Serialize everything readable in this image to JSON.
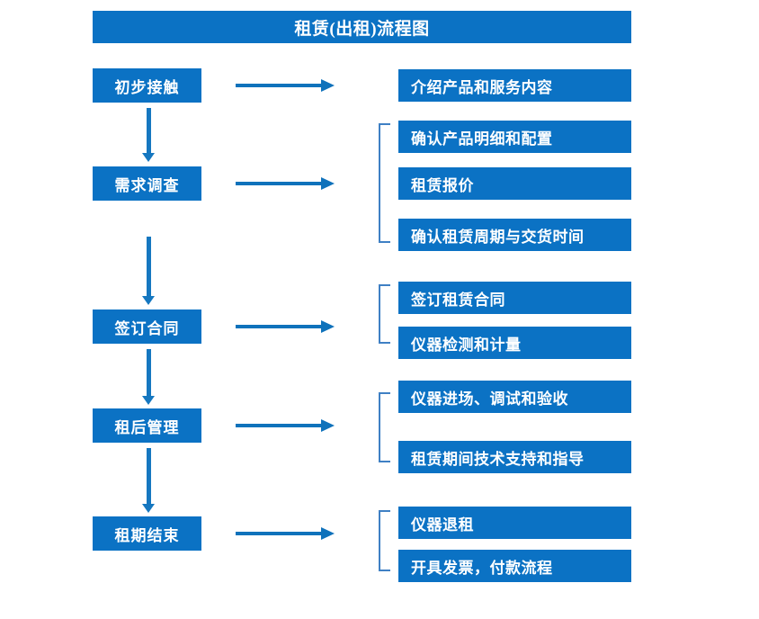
{
  "title": "租赁(出租)流程图",
  "colors": {
    "box_fill": "#0b72c4",
    "box_text": "#ffffff",
    "arrow": "#0f72bb",
    "bracket": "#3f80c4",
    "background": "#ffffff"
  },
  "stages": [
    {
      "label": "初步接触"
    },
    {
      "label": "需求调查"
    },
    {
      "label": "签订合同"
    },
    {
      "label": "租后管理"
    },
    {
      "label": "租期结束"
    }
  ],
  "details": [
    {
      "label": "介绍产品和服务内容"
    },
    {
      "label": "确认产品明细和配置"
    },
    {
      "label": "租赁报价"
    },
    {
      "label": "确认租赁周期与交货时间"
    },
    {
      "label": "签订租赁合同"
    },
    {
      "label": "仪器检测和计量"
    },
    {
      "label": "仪器进场、调试和验收"
    },
    {
      "label": "租赁期间技术支持和指导"
    },
    {
      "label": "仪器退租"
    },
    {
      "label": "开具发票，付款流程"
    }
  ]
}
